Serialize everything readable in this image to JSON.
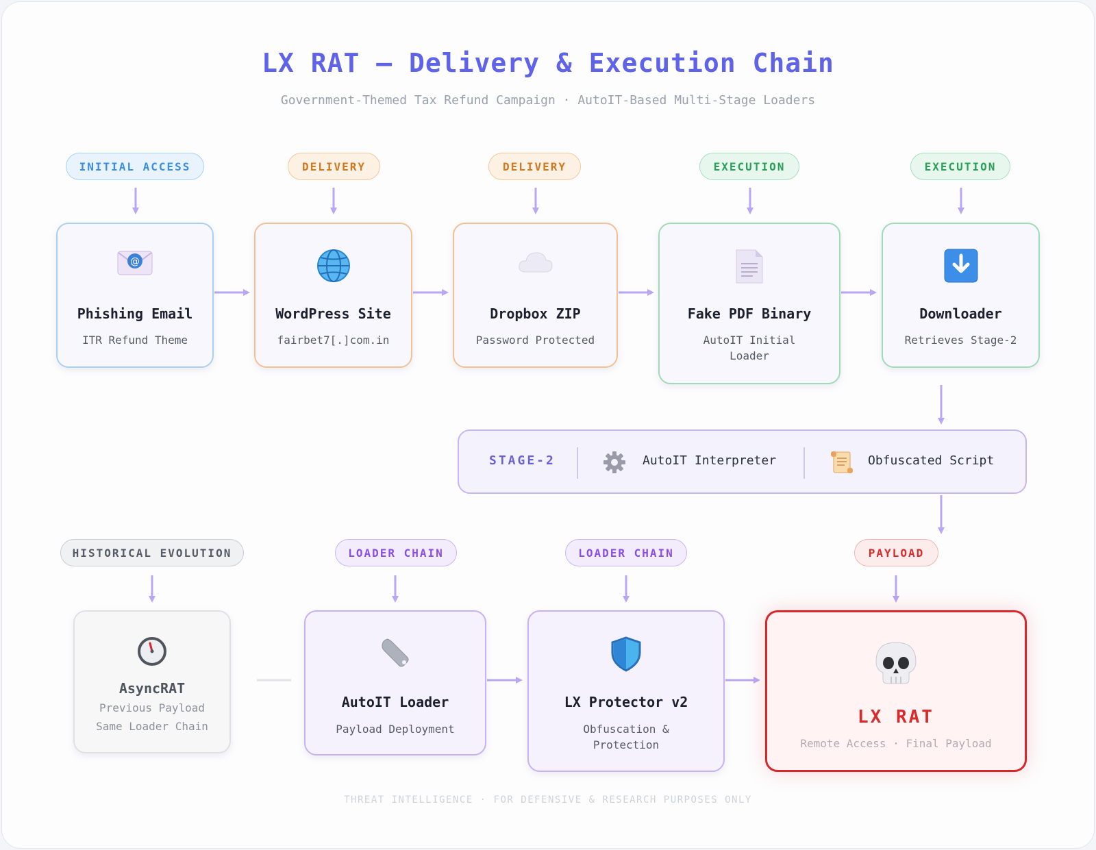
{
  "title": "LX RAT — Delivery & Execution Chain",
  "subtitle": "Government-Themed Tax Refund Campaign · AutoIT-Based Multi-Stage Loaders",
  "row1": [
    {
      "tag": "INITIAL ACCESS",
      "name": "Phishing Email",
      "desc": "ITR Refund Theme",
      "icon": "email-icon"
    },
    {
      "tag": "DELIVERY",
      "name": "WordPress Site",
      "desc": "fairbet7[.]com.in",
      "icon": "globe-icon"
    },
    {
      "tag": "DELIVERY",
      "name": "Dropbox ZIP",
      "desc": "Password Protected",
      "icon": "cloud-icon"
    },
    {
      "tag": "EXECUTION",
      "name": "Fake PDF Binary",
      "desc": "AutoIT Initial Loader",
      "icon": "document-icon"
    },
    {
      "tag": "EXECUTION",
      "name": "Downloader",
      "desc": "Retrieves Stage-2",
      "icon": "download-arrow-icon"
    }
  ],
  "stage2": {
    "label": "STAGE-2",
    "items": [
      {
        "text": "AutoIT Interpreter",
        "icon": "gear-icon"
      },
      {
        "text": "Obfuscated Script",
        "icon": "scroll-icon"
      }
    ]
  },
  "row2": [
    {
      "tag": "HISTORICAL EVOLUTION",
      "name": "AsyncRAT",
      "desc": "Previous Payload Same Loader Chain",
      "icon": "stopwatch-icon"
    },
    {
      "tag": "LOADER CHAIN",
      "name": "AutoIT Loader",
      "desc": "Payload Deployment",
      "icon": "wrench-icon"
    },
    {
      "tag": "LOADER CHAIN",
      "name": "LX Protector v2",
      "desc": "Obfuscation & Protection",
      "icon": "shield-icon"
    },
    {
      "tag": "PAYLOAD",
      "name": "LX RAT",
      "desc": "Remote Access · Final Payload",
      "icon": "skull-icon"
    }
  ],
  "footer": "THREAT INTELLIGENCE · FOR DEFENSIVE & RESEARCH PURPOSES ONLY",
  "colors": {
    "title": "#5f63e8",
    "initial_access": "#3a8de0",
    "delivery": "#d2781e",
    "execution": "#28a058",
    "loader_chain": "#8a4fe8",
    "payload": "#d82b2b",
    "arrow": "#b9a6f4"
  }
}
